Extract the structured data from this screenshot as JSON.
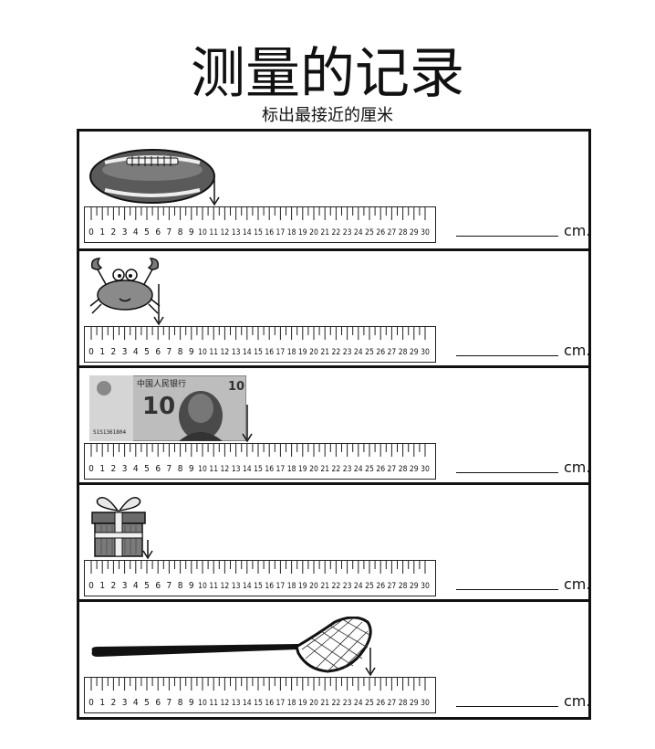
{
  "worksheet": {
    "title": "测量的记录",
    "subtitle": "标出最接近的厘米"
  },
  "ruler": {
    "max_cm": 30,
    "labels": [
      "0",
      "1",
      "2",
      "3",
      "4",
      "5",
      "6",
      "7",
      "8",
      "9",
      "10",
      "11",
      "12",
      "13",
      "14",
      "15",
      "16",
      "17",
      "18",
      "19",
      "20",
      "21",
      "22",
      "23",
      "24",
      "25",
      "26",
      "27",
      "28",
      "29",
      "30"
    ]
  },
  "banknote": {
    "header": "中国人民银行",
    "value": "10",
    "serial": "S1S1361804"
  },
  "items": [
    {
      "object": "football-image",
      "arrow_cm": 11,
      "unit": "cm."
    },
    {
      "object": "crab-image",
      "arrow_cm": 6,
      "unit": "cm."
    },
    {
      "object": "banknote-image",
      "arrow_cm": 14,
      "unit": "cm."
    },
    {
      "object": "gift-box-image",
      "arrow_cm": 5,
      "unit": "cm."
    },
    {
      "object": "lacrosse-stick-image",
      "arrow_cm": 25,
      "unit": "cm."
    }
  ]
}
